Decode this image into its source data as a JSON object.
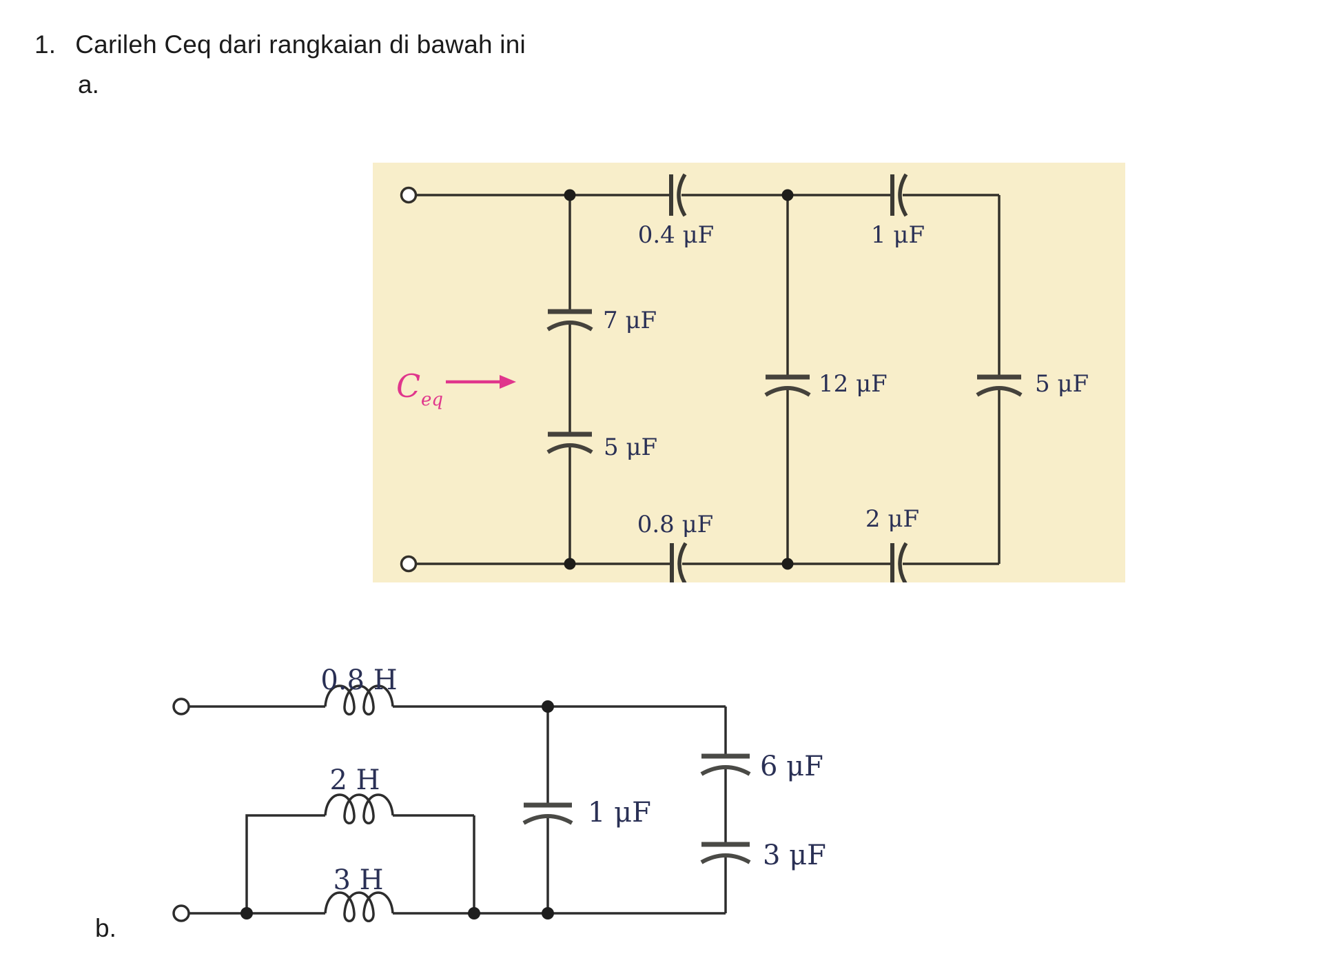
{
  "problem": {
    "number": "1.",
    "title": "Carileh Ceq dari rangkaian di bawah ini",
    "part_a_label": "a.",
    "part_b_label": "b."
  },
  "circuit_a": {
    "type": "capacitor-network",
    "panel_color": "#f8eeca",
    "ceq": {
      "symbol": "C",
      "subscript": "eq",
      "color": "#e0368c",
      "arrow": "right"
    },
    "labels": {
      "cap_top_left": "0.4 μF",
      "cap_top_right": "1 μF",
      "cap_left_upper": "7 μF",
      "cap_left_lower": "5 μF",
      "cap_middle": "12 μF",
      "cap_right": "5 μF",
      "cap_bottom_left": "0.8 μF",
      "cap_bottom_right": "2 μF"
    },
    "components": [
      {
        "label": "0.4 μF",
        "type": "capacitor",
        "placement": "top wire, series, left"
      },
      {
        "label": "1 μF",
        "type": "capacitor",
        "placement": "top wire, series, right"
      },
      {
        "label": "7 μF",
        "type": "capacitor",
        "placement": "left branch, upper"
      },
      {
        "label": "5 μF",
        "type": "capacitor",
        "placement": "left branch, lower"
      },
      {
        "label": "12 μF",
        "type": "capacitor",
        "placement": "middle branch"
      },
      {
        "label": "5 μF",
        "type": "capacitor",
        "placement": "right branch"
      },
      {
        "label": "0.8 μF",
        "type": "capacitor",
        "placement": "bottom wire, series, left"
      },
      {
        "label": "2 μF",
        "type": "capacitor",
        "placement": "bottom wire, series, right"
      }
    ]
  },
  "circuit_b": {
    "type": "inductor-capacitor-network",
    "labels": {
      "ind_top": "0.8 H",
      "ind_mid": "2 H",
      "ind_bottom": "3 H",
      "cap_shunt": "1 μF",
      "cap_right_upper": "6 μF",
      "cap_right_lower": "3 μF"
    },
    "components": [
      {
        "label": "0.8 H",
        "type": "inductor",
        "placement": "top wire, series"
      },
      {
        "label": "2 H",
        "type": "inductor",
        "placement": "parallel loop above bottom wire"
      },
      {
        "label": "3 H",
        "type": "inductor",
        "placement": "bottom wire, series"
      },
      {
        "label": "1 μF",
        "type": "capacitor",
        "placement": "middle shunt branch"
      },
      {
        "label": "6 μF",
        "type": "capacitor",
        "placement": "right branch, upper"
      },
      {
        "label": "3 μF",
        "type": "capacitor",
        "placement": "right branch, lower"
      }
    ]
  }
}
